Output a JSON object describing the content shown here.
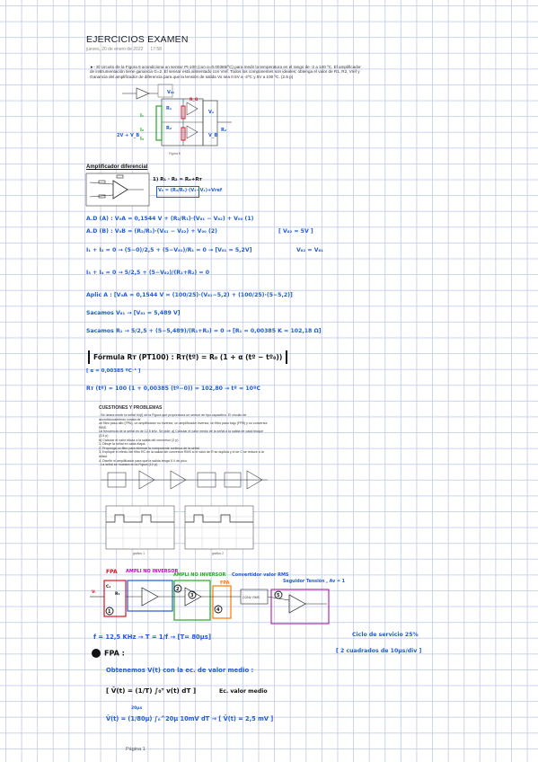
{
  "page": {
    "title": "EJERCICIOS EXAMEN",
    "date": "jueves, 20 de enero de 2022",
    "time": "17:58",
    "footer": "Página 1"
  },
  "exercise1": {
    "statement_lines": [
      "►- El circuito de la Figura 6 acondiciona un sensor Pt-100 (con α=0.00385/ºC) para medir la temperatura en el rango de -2 a 100 ºC. El amplificador",
      "de instrumentación tiene ganancia G=2. El sensor está alimentado con Vref. Todos los componentes son ideales; obtenga el valor de R1, R2, Vref y",
      "Ganancia del amplificador de diferencia para que la tensión de salida Vo sea 0.5V a -2ºC y 5V a 100 ºC. (2.5 p)"
    ],
    "figure_caption": "Figura 6",
    "diagram_labels": {
      "vout": "V₀₁",
      "rx": "R₁",
      "rg": "R_G",
      "rz": "R₂",
      "va": "Vₐ",
      "vb": "V_B",
      "ia": "I₁",
      "ib": "I₂",
      "iz": "I₃",
      "r2": "R₂",
      "vdc": "2V + V_B"
    },
    "sub_heading": "Amplificador diferencial",
    "formula_box": "V₀ = (R₂/R₁)·(V₂−V₁)+Vref",
    "step1_label": "1)   R₁ · R₂ = Rₒ+Rᴛ",
    "lines": [
      "A.D (A) :  V₀A = 0,1544 V + (R₂/R₁)·(V₈₁ − V₈₂) + V₀₀ (1)",
      "A.D (B) :  V₀B = (R₂/R₁)·(V₈₁ − V₈₂) + V₀₀ (2)",
      "I₁ + I₂ = 0  →  (5−0)/2,5 + (5−V₈₁)/R₁ = 0  →  [V₈₁ = 5,2V]",
      "I₃ + I₄ = 0  →  5/2,5 + (5−V₈₂)/(R₁+R₂) = 0",
      "Aplic A :  [V₀A = 0,1544 V = (100/25)·(V₈₁−5,2) + (100/25)·(5−5,2)]",
      "Sacamos V₈₁  →  [V₈₁ = 5,489 V]",
      "Sacamos R₁  →  5/2,5 + (5−5,489)/(R₁+R₂) = 0  →  [R₁ = 0,00385 K = 102,18 Ω]",
      "Fórmula Rᴛ (PT100) :   Rᴛ(tº) = R₀ (1 + α (tº − tº₀))",
      "[ α = 0,00385 ºC⁻¹ ]",
      "Rᴛ (tº) = 100 (1 + 0,00385 (tº−0)) = 102,80  →  tº = 10ºC"
    ],
    "extra_labels": {
      "vr": "[ V₈₂ = 5V ]",
      "vr2": "V₈₂ = V₈₁"
    }
  },
  "exercise2": {
    "title": "CUESTIONES Y PROBLEMAS",
    "statement_lines": [
      "- Se desea medir la señal Vo(t) de la Figura que proporciona un sensor de tipo capacitivo. El circuito de acondicionamiento consta de",
      "un filtro paso alto (FPA), un amplificador no inversor, un amplificador inversor, un filtro paso bajo (FPB) y un conversor RMS.",
      "La frecuencia de la señal es de 12,5 kHz. Se pide: a) Calcular el valor medio de la señal a la salida de cada bloque (2.5 p)",
      "b) Calcular el valor eficaz a la salida del conversor (2 p)",
      "1. Dibuje la señal en cada etapa.",
      "2. Proponga un filtro para eliminar la componente continua de la señal.",
      "3. Explique el efecto del filtro RC en la salida del conversor RMS si el valor de R se duplica y el de C se reduce a la mitad.",
      "4. Diseñe el amplificador para que la salida tenga 5 V de pico.",
      "- La señal se muestra en la Figura (10 p)."
    ],
    "scope_a_caption": "grafico 1",
    "scope_b_caption": "grafico 2",
    "block_labels": {
      "fpa": "FPA",
      "ampli1": "AMPLI NO INVERSOR",
      "ampli2": "AMPLI NO INVERSOR",
      "conv": "Convertidor valor RMS",
      "seguidor": "Seguidor Tensión , Av = 1",
      "fpa2": "FPA",
      "n1": "1",
      "n2": "2",
      "n3": "3",
      "n4": "4",
      "n5": "5",
      "c1": "C₁",
      "r1": "R₁",
      "rms": "CONV. RMS",
      "vi": "Vᵢ"
    },
    "freq_line": "f = 12,5 KHz  →  T = 1/f  →  [T= 80µs]",
    "duty_line1": "Ciclo de servicio  25%",
    "duty_line2": "[ 2 cuadrados de 10µs/div ]",
    "step1": "FPA :",
    "obtain_line": "Obtenemos   V(t)   con  la  ec. de  valor  medio :",
    "mean_formula": "[ V̄(t) = (1/T) ∫₀ᵀ v(t) dT ]",
    "mean_label": "Ec. valor medio",
    "mean_result": "V̄(t) = (1/80µ) ∫₀^20µ 10mV dT  →  [ V̄(t) = 2,5 mV ]",
    "integral_upper": "20µs"
  }
}
